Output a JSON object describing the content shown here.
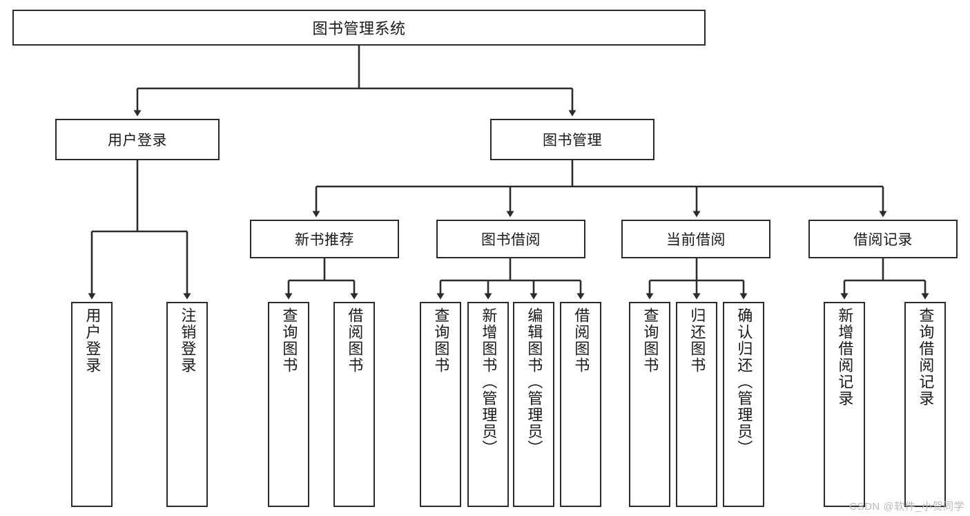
{
  "diagram": {
    "title": "图书管理系统",
    "type": "tree-hierarchy-chart",
    "watermark": "CSDN @软件_小贺同学",
    "colors": {
      "stroke": "#2b2b2b",
      "fill": "#ffffff",
      "text": "#1a1a1a",
      "watermark": "#b9b9b9"
    }
  },
  "nodes": {
    "root": {
      "label": "图书管理系统",
      "level": 1
    },
    "level2": [
      {
        "id": "user-login",
        "label": "用户登录"
      },
      {
        "id": "book-manage",
        "label": "图书管理"
      }
    ],
    "level3": [
      {
        "id": "new-book-rec",
        "label": "新书推荐"
      },
      {
        "id": "book-borrow",
        "label": "图书借阅"
      },
      {
        "id": "current-borrow",
        "label": "当前借阅"
      },
      {
        "id": "borrow-record",
        "label": "借阅记录"
      }
    ],
    "leaves": {
      "user_login": [
        {
          "id": "leaf-user-login",
          "label": "用户登录"
        },
        {
          "id": "leaf-logout-login",
          "label": "注销登录"
        }
      ],
      "new_book_rec": [
        {
          "id": "leaf-query-book-1",
          "label": "查询图书"
        },
        {
          "id": "leaf-borrow-book-1",
          "label": "借阅图书"
        }
      ],
      "book_borrow": [
        {
          "id": "leaf-query-book-2",
          "label": "查询图书"
        },
        {
          "id": "leaf-add-book",
          "label": "新增图书（管理员）"
        },
        {
          "id": "leaf-edit-book",
          "label": "编辑图书（管理员）"
        },
        {
          "id": "leaf-borrow-book-2",
          "label": "借阅图书"
        }
      ],
      "current_borrow": [
        {
          "id": "leaf-query-book-3",
          "label": "查询图书"
        },
        {
          "id": "leaf-return-book",
          "label": "归还图书"
        },
        {
          "id": "leaf-confirm-return",
          "label": "确认归还（管理员）"
        }
      ],
      "borrow_record": [
        {
          "id": "leaf-add-record",
          "label": "新增借阅记录"
        },
        {
          "id": "leaf-query-record",
          "label": "查询借阅记录"
        }
      ]
    }
  }
}
